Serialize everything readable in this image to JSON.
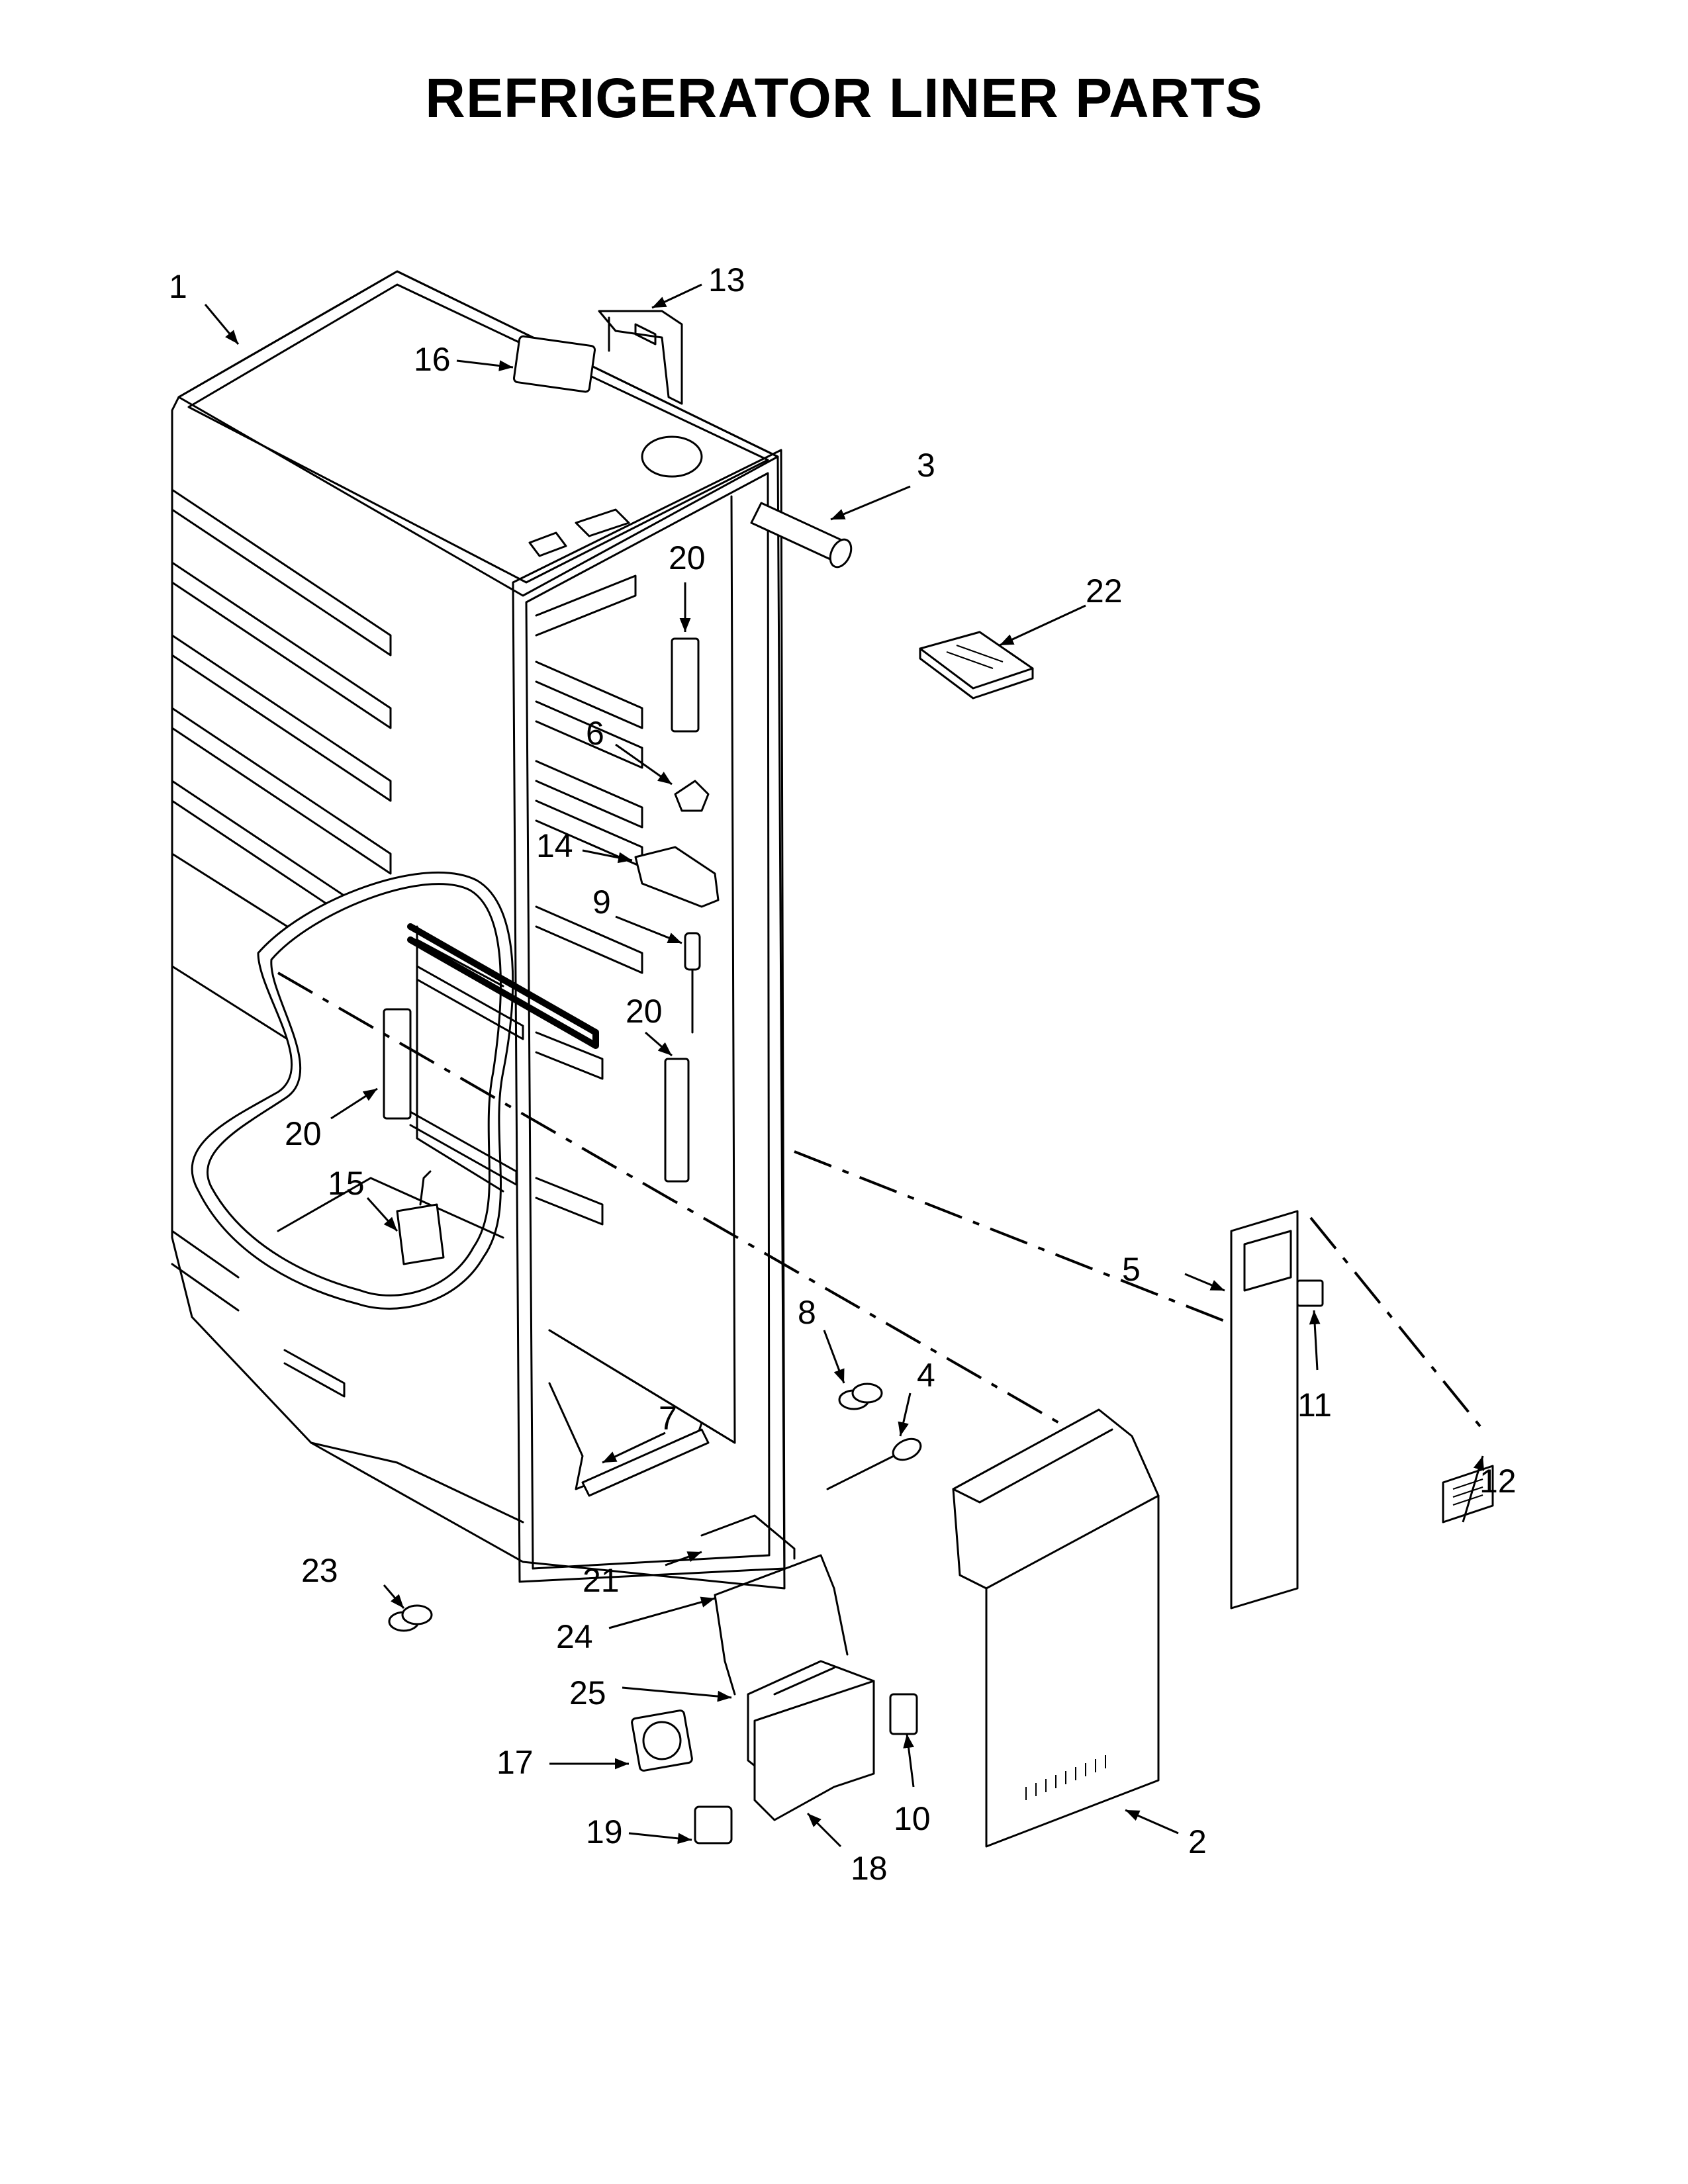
{
  "title": "REFRIGERATOR LINER PARTS",
  "callouts": [
    {
      "id": "1",
      "text": "1"
    },
    {
      "id": "2",
      "text": "2"
    },
    {
      "id": "3",
      "text": "3"
    },
    {
      "id": "4",
      "text": "4"
    },
    {
      "id": "5",
      "text": "5"
    },
    {
      "id": "6",
      "text": "6"
    },
    {
      "id": "7",
      "text": "7"
    },
    {
      "id": "8",
      "text": "8"
    },
    {
      "id": "9",
      "text": "9"
    },
    {
      "id": "10",
      "text": "10"
    },
    {
      "id": "11",
      "text": "11"
    },
    {
      "id": "12",
      "text": "12"
    },
    {
      "id": "13",
      "text": "13"
    },
    {
      "id": "14",
      "text": "14"
    },
    {
      "id": "15",
      "text": "15"
    },
    {
      "id": "16",
      "text": "16"
    },
    {
      "id": "17",
      "text": "17"
    },
    {
      "id": "18",
      "text": "18"
    },
    {
      "id": "19",
      "text": "19"
    },
    {
      "id": "20a",
      "text": "20"
    },
    {
      "id": "20b",
      "text": "20"
    },
    {
      "id": "20c",
      "text": "20"
    },
    {
      "id": "21",
      "text": "21"
    },
    {
      "id": "22",
      "text": "22"
    },
    {
      "id": "23",
      "text": "23"
    },
    {
      "id": "24",
      "text": "24"
    },
    {
      "id": "25",
      "text": "25"
    }
  ]
}
